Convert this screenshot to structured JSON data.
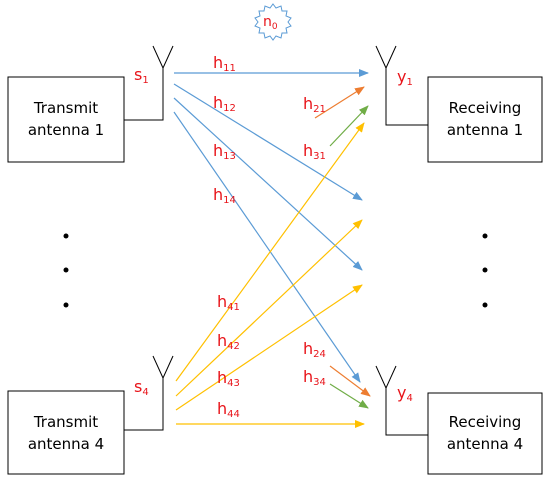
{
  "noise": {
    "main": "n",
    "sub": "0"
  },
  "transmitters": [
    {
      "line1": "Transmit",
      "line2": "antenna 1",
      "symbol_main": "s",
      "symbol_sub": "1"
    },
    {
      "line1": "Transmit",
      "line2": "antenna 4",
      "symbol_main": "s",
      "symbol_sub": "4"
    }
  ],
  "receivers": [
    {
      "line1": "Receiving",
      "line2": "antenna 1",
      "symbol_main": "y",
      "symbol_sub": "1"
    },
    {
      "line1": "Receiving",
      "line2": "antenna 4",
      "symbol_main": "y",
      "symbol_sub": "4"
    }
  ],
  "channels": {
    "h11": {
      "main": "h",
      "sub": "11"
    },
    "h12": {
      "main": "h",
      "sub": "12"
    },
    "h13": {
      "main": "h",
      "sub": "13"
    },
    "h14": {
      "main": "h",
      "sub": "14"
    },
    "h21": {
      "main": "h",
      "sub": "21"
    },
    "h31": {
      "main": "h",
      "sub": "31"
    },
    "h41": {
      "main": "h",
      "sub": "41"
    },
    "h42": {
      "main": "h",
      "sub": "42"
    },
    "h43": {
      "main": "h",
      "sub": "43"
    },
    "h44": {
      "main": "h",
      "sub": "44"
    },
    "h24": {
      "main": "h",
      "sub": "24"
    },
    "h34": {
      "main": "h",
      "sub": "34"
    }
  },
  "colors": {
    "blue": "#5b9bd5",
    "yellow": "#ffc000",
    "orange": "#ed7d31",
    "green": "#70ad47",
    "label": "#e8141a",
    "noise_outline": "#5b9bd5"
  }
}
